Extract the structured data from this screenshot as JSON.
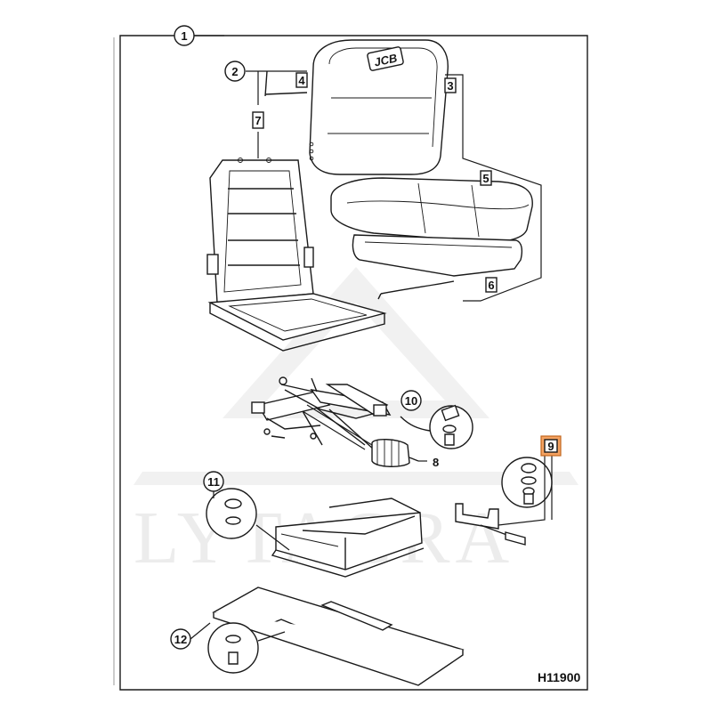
{
  "watermark": {
    "text": "LYTAGRA",
    "color": "#e9e9e9"
  },
  "drawing_code": "H11900",
  "seat_logo": "JCB",
  "highlight_color": "#f4a261",
  "callouts": {
    "c1": "1",
    "c2": "2",
    "c3": "3",
    "c4": "4",
    "c5": "5",
    "c6": "6",
    "c7": "7",
    "c8": "8",
    "c9": "9",
    "c10": "10",
    "c11": "11",
    "c12": "12"
  }
}
